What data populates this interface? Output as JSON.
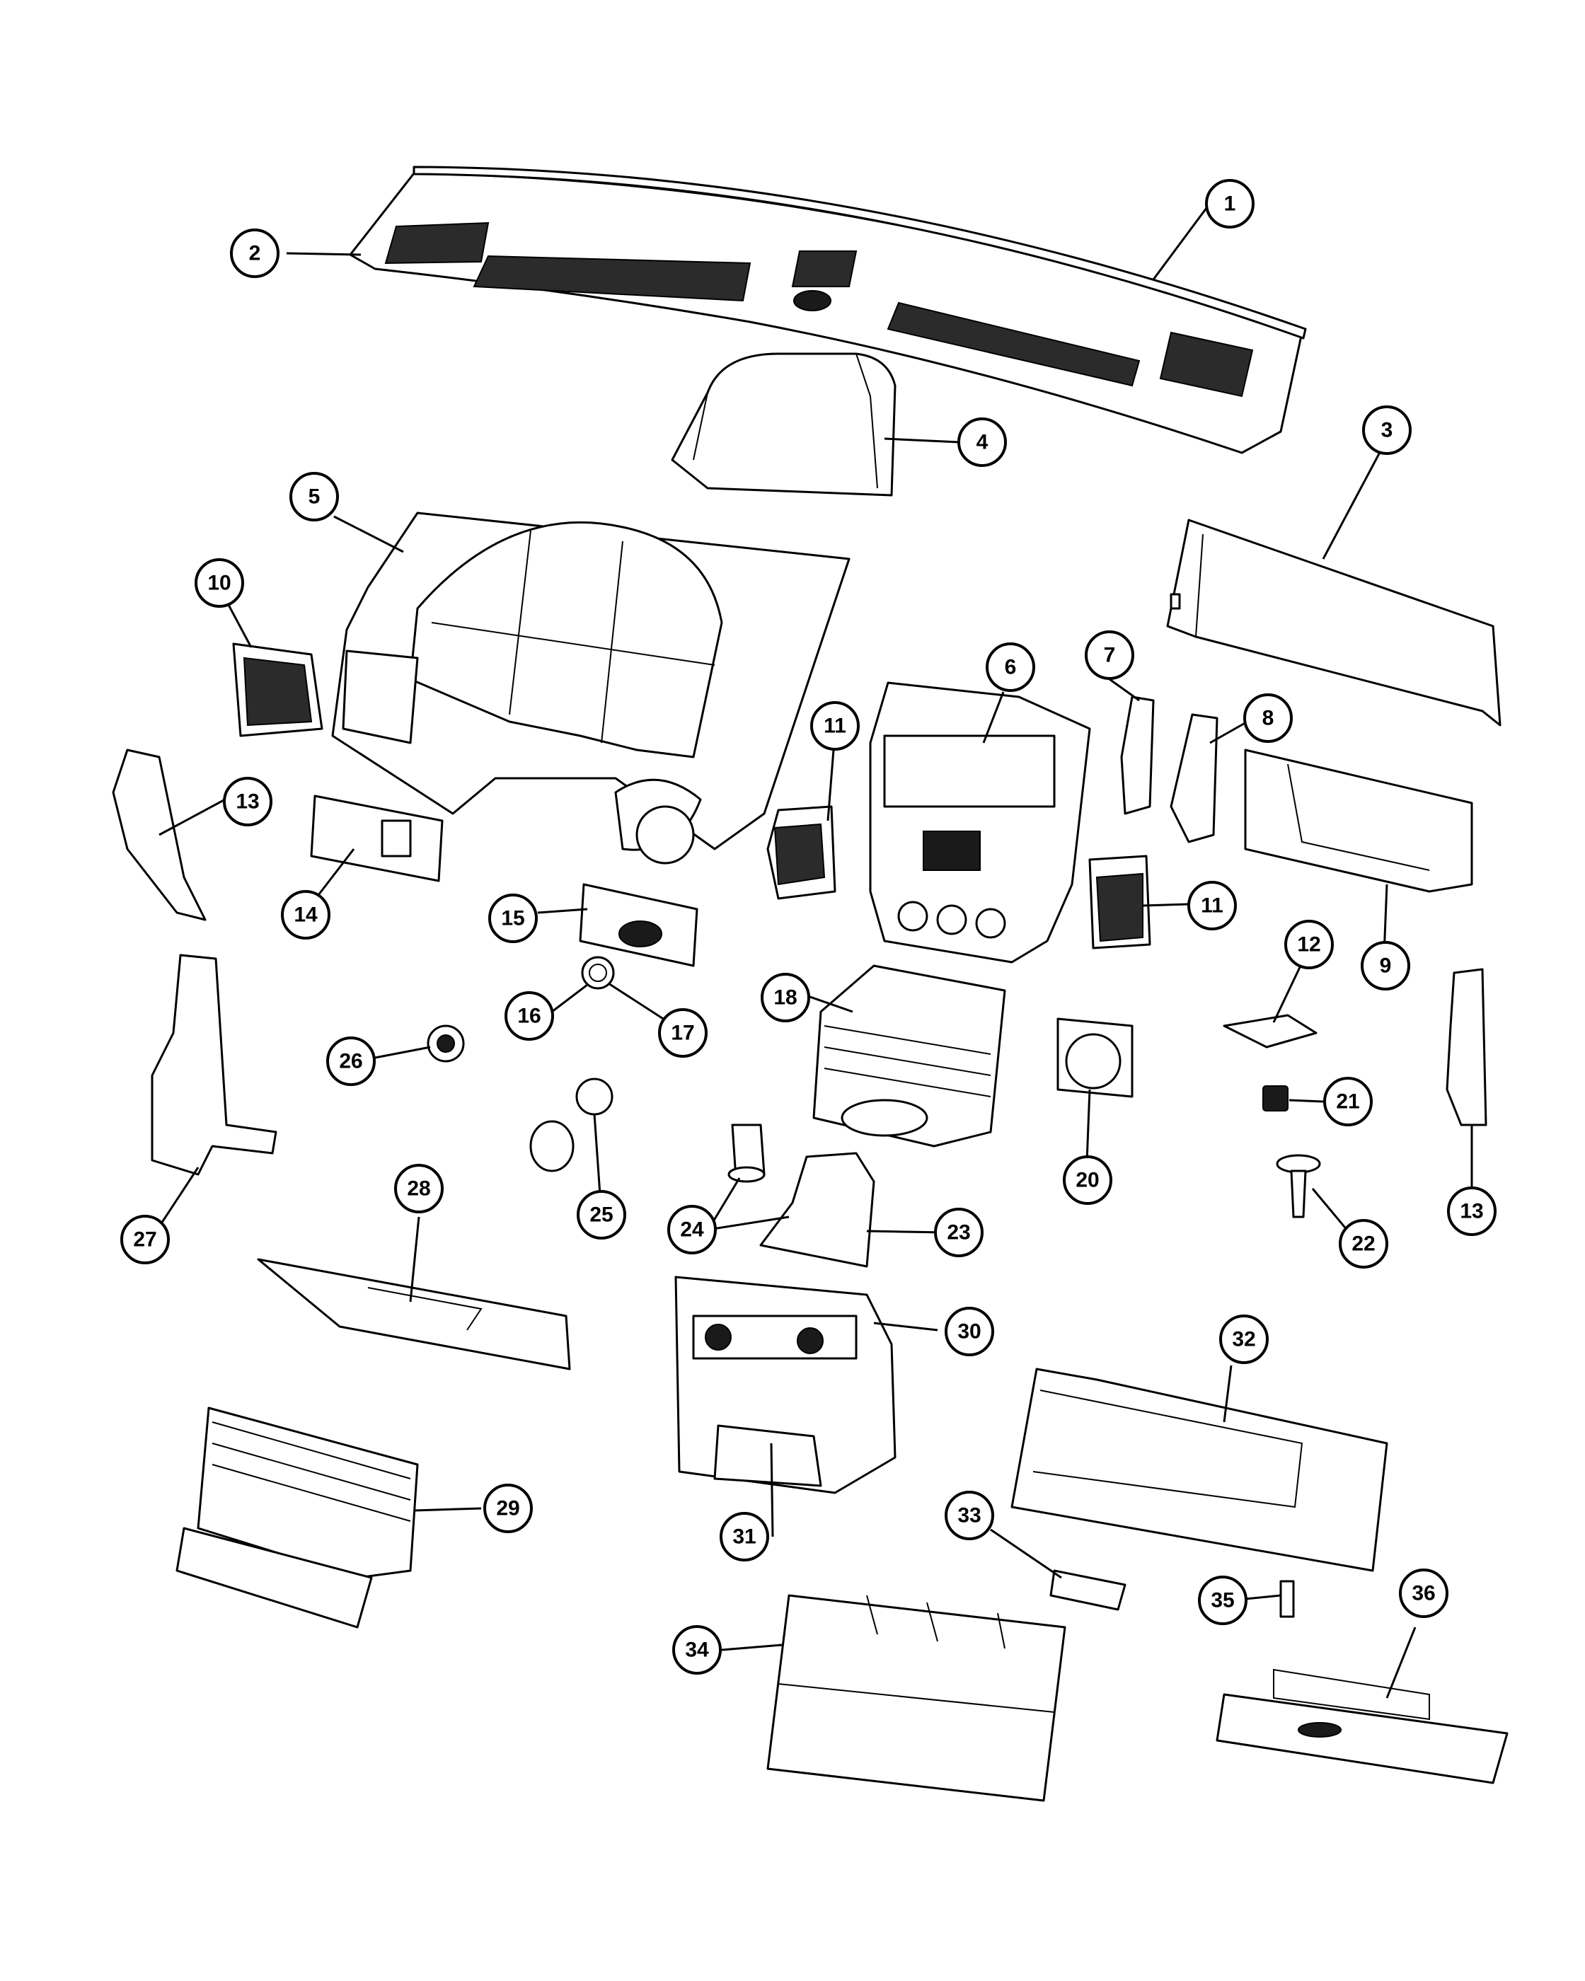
{
  "callouts": [
    {
      "label": "1"
    },
    {
      "label": "2"
    },
    {
      "label": "3"
    },
    {
      "label": "4"
    },
    {
      "label": "5"
    },
    {
      "label": "10"
    },
    {
      "label": "7"
    },
    {
      "label": "6"
    },
    {
      "label": "8"
    },
    {
      "label": "11"
    },
    {
      "label": "13"
    },
    {
      "label": "11"
    },
    {
      "label": "14"
    },
    {
      "label": "15"
    },
    {
      "label": "12"
    },
    {
      "label": "9"
    },
    {
      "label": "18"
    },
    {
      "label": "16"
    },
    {
      "label": "17"
    },
    {
      "label": "26"
    },
    {
      "label": "21"
    },
    {
      "label": "20"
    },
    {
      "label": "13"
    },
    {
      "label": "25"
    },
    {
      "label": "24"
    },
    {
      "label": "23"
    },
    {
      "label": "22"
    },
    {
      "label": "27"
    },
    {
      "label": "28"
    },
    {
      "label": "30"
    },
    {
      "label": "32"
    },
    {
      "label": "29"
    },
    {
      "label": "31"
    },
    {
      "label": "33"
    },
    {
      "label": "35"
    },
    {
      "label": "36"
    },
    {
      "label": "34"
    }
  ]
}
